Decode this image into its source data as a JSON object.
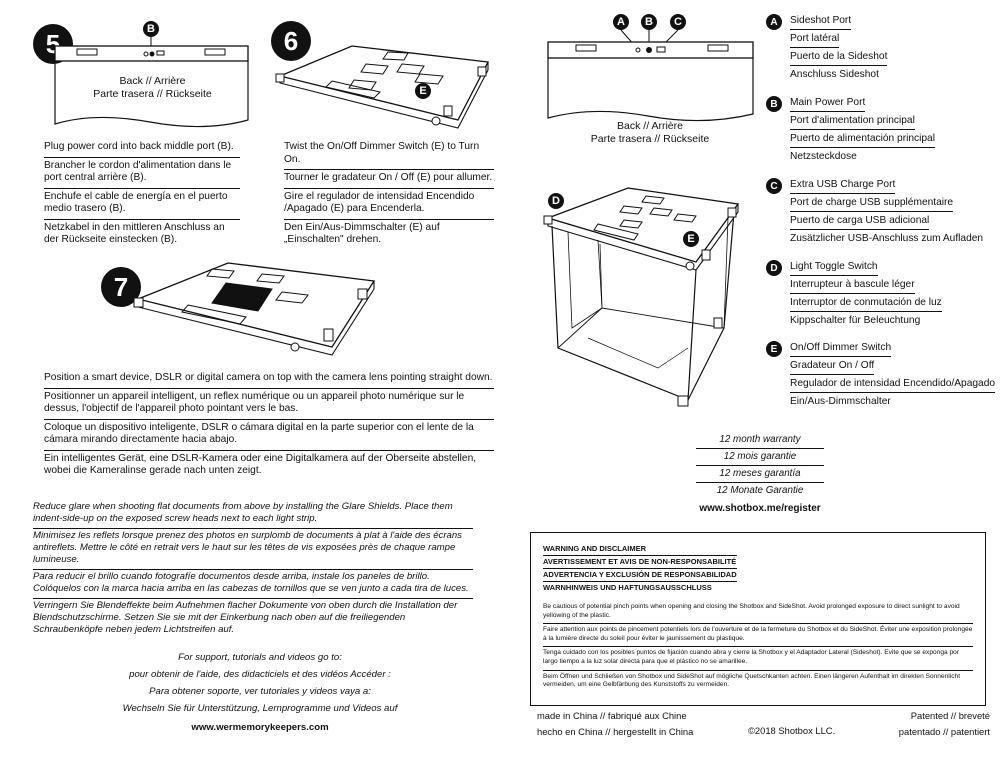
{
  "steps": {
    "step5": {
      "number": "5",
      "marker": "B",
      "caption_line1": "Back // Arrière",
      "caption_line2": "Parte trasera // Rückseite",
      "lines": [
        "Plug power cord into back middle port (B).",
        "Brancher le cordon d'alimentation dans le port central arrière (B).",
        "Enchufe el cable de energía en el puerto medio trasero (B).",
        "Netzkabel in den mittleren Anschluss an der Rückseite einstecken (B)."
      ]
    },
    "step6": {
      "number": "6",
      "marker": "E",
      "lines": [
        "Twist the On/Off Dimmer Switch (E) to Turn On.",
        "Tourner le gradateur On / Off (E) pour allumer.",
        "Gire el regulador de intensidad Encendido /Apagado (E) para Encenderla.",
        "Den Ein/Aus-Dimmschalter (E) auf „Einschalten\" drehen."
      ]
    },
    "step7": {
      "number": "7",
      "lines": [
        "Position a smart device, DSLR or digital camera on top with the camera lens pointing straight down.",
        "Positionner un appareil intelligent, un reflex numérique ou un appareil photo numérique sur le dessus, l'objectif de l'appareil photo pointant vers le bas.",
        "Coloque un dispositivo inteligente, DSLR o cámara digital en la parte superior con el lente de la cámara mirando directamente hacia abajo.",
        "Ein intelligentes Gerät, eine DSLR-Kamera oder eine Digitalkamera auf der Oberseite abstellen, wobei die Kameralinse gerade nach unten zeigt."
      ]
    }
  },
  "glare": [
    "Reduce glare when shooting flat documents from above by installing the Glare Shields. Place them indent-side-up on the exposed screw heads next to each light strip.",
    "Minimisez les reflets lorsque prenez des photos en surplomb de documents à plat à l'aide des écrans antireflets. Mettre le côté en retrait vers le haut sur les têtes de vis exposées près de chaque rampe lumineuse.",
    "Para reducir el brillo cuando fotografíe documentos desde arriba, instale los paneles de brillo. Colóquelos con la marca hacia arriba en las cabezas de tornillos que se ven junto a cada tira de luces.",
    "Verringern Sie Blendeffekte beim Aufnehmen flacher Dokumente von oben durch die Installation der Blendschutzschirme. Setzen Sie sie mit der Einkerbung nach oben auf die freiliegenden Schraubenköpfe neben jedem Lichtstreifen auf."
  ],
  "support": {
    "lines": [
      "For support, tutorials and videos go to:",
      "pour obtenir de l'aide, des didacticiels et des vidéos Accéder :",
      "Para obtener soporte, ver tutoriales y videos vaya a:",
      "Wechseln Sie für Unterstützung, Lernprogramme und Videos auf"
    ],
    "url": "www.wermemorykeepers.com"
  },
  "diagram": {
    "markers": [
      "A",
      "B",
      "C"
    ],
    "back_caption_line1": "Back // Arrière",
    "back_caption_line2": "Parte trasera // Rückseite",
    "box_markers": [
      "D",
      "E"
    ]
  },
  "legend": [
    {
      "letter": "A",
      "items": [
        "Sideshot Port",
        "Port latéral",
        "Puerto de la Sideshot",
        "Anschluss Sideshot"
      ]
    },
    {
      "letter": "B",
      "items": [
        "Main Power Port",
        "Port d'alimentation principal",
        "Puerto de alimentación principal",
        "Netzsteckdose"
      ]
    },
    {
      "letter": "C",
      "items": [
        "Extra USB Charge Port",
        "Port de charge USB supplémentaire",
        "Puerto de carga USB adicional",
        "Zusätzlicher USB-Anschluss zum Aufladen"
      ]
    },
    {
      "letter": "D",
      "items": [
        "Light Toggle Switch",
        "Interrupteur à bascule léger",
        "Interruptor de conmutación de luz",
        "Kippschalter für Beleuchtung"
      ]
    },
    {
      "letter": "E",
      "items": [
        "On/Off Dimmer Switch",
        "Gradateur On / Off",
        "Regulador de intensidad Encendido/Apagado",
        "Ein/Aus-Dimmschalter"
      ]
    }
  ],
  "warranty": {
    "lines": [
      "12 month warranty",
      "12 mois garantie",
      "12 meses garantía",
      "12 Monate Garantie"
    ],
    "url": "www.shotbox.me/register"
  },
  "warning": {
    "headings": [
      "WARNING AND DISCLAIMER",
      "AVERTISSEMENT ET AVIS DE NON-RESPONSABILITÉ",
      "ADVERTENCIA Y EXCLUSIÓN DE RESPONSABILIDAD",
      "WARNHINWEIS UND HAFTUNGSAUSSCHLUSS"
    ],
    "paragraphs": [
      "Be cautious of potential pinch points when opening and closing the Shotbox and SideShot. Avoid prolonged exposure to direct sunlight to avoid yellowing of the plastic.",
      "Faire attention aux points de pincement potentiels lors de l'ouverture et de la fermeture du Shotbox et du SideShot. Éviter une exposition prolongée à la lumière directe du soleil pour éviter le jaunissement du plastique.",
      "Tenga cuidado con los posibles puntos de fijación cuando abra y cierre la Shotbox y el Adaptador Lateral (Sideshot). Evite que se exponga por largo tiempo a la luz solar directa para que el plástico no se amarillee.",
      "Beim Öffnen und Schließen von Shotbox und SideShot auf mögliche Quetschkanten achten. Einen längeren Aufenthalt im direkten Sonnenlicht vermeiden, um eine Gelbfärbung des Kunststoffs zu vermeiden."
    ]
  },
  "footer": {
    "made_line1": "made in China // fabriqué aux Chine",
    "made_line2": "hecho en China // hergestellt in China",
    "copyright": "©2018 Shotbox LLC.",
    "patent_line1": "Patented // breveté",
    "patent_line2": "patentado // patentiert"
  }
}
